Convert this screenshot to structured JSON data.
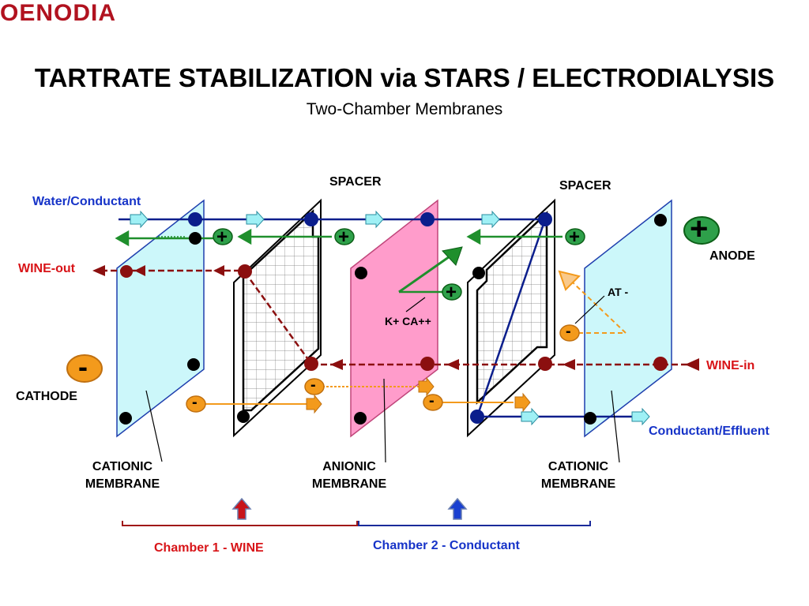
{
  "header": {
    "logo_text": "OENODIA",
    "title": "TARTRATE STABILIZATION via STARS / ELECTRODIALYSIS",
    "subtitle": "Two-Chamber Membranes"
  },
  "labels": {
    "spacer_left": "SPACER",
    "spacer_right": "SPACER",
    "water_conductant": "Water/Conductant",
    "wine_out": "WINE-out",
    "cathode": "CATHODE",
    "anode": "ANODE",
    "wine_in": "WINE-in",
    "conductant_effluent": "Conductant/Effluent",
    "at_minus": "AT -",
    "k_ca": "K+ CA++",
    "cationic_left_1": "CATIONIC",
    "cationic_left_2": "MEMBRANE",
    "anionic_1": "ANIONIC",
    "anionic_2": "MEMBRANE",
    "cationic_right_1": "CATIONIC",
    "cationic_right_2": "MEMBRANE",
    "chamber1": "Chamber 1 - WINE",
    "chamber2": "Chamber 2 - Conductant"
  },
  "symbols": {
    "plus": "+",
    "minus": "-"
  },
  "colors": {
    "cationic_membrane": "#ccf7fa",
    "anionic_membrane": "#ff9ccb",
    "wine_flow": "#8b0f0f",
    "conductant_flow": "#0b1e8c",
    "cation_green": "#1f8f2c",
    "anion_orange": "#f39a1c",
    "title_red": "#b1121f"
  }
}
